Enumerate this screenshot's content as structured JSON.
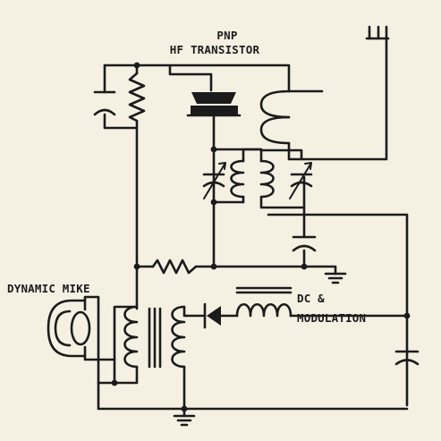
{
  "labels": {
    "transistor_line1": "PNP",
    "transistor_line2": "HF TRANSISTOR",
    "microphone": "DYNAMIC MIKE",
    "input_line1": "DC &",
    "input_line2": "MODULATION"
  },
  "colors": {
    "paper": "#f4f1e3",
    "ink": "#1b1b1b"
  }
}
